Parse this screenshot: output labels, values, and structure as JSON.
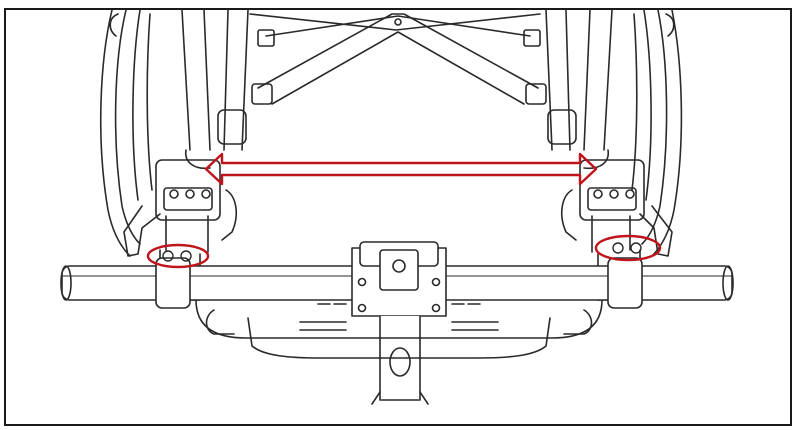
{
  "figure": {
    "description_visible_text": "",
    "colors": {
      "line": "#2a2a2a",
      "fill": "#ffffff",
      "accent": "#c0141c"
    },
    "annotations": [
      {
        "id": "width-arrow",
        "kind": "double-arrow",
        "color": "#c0141c"
      },
      {
        "id": "left-bolt-circle",
        "kind": "ellipse-highlight",
        "color": "#c0141c"
      },
      {
        "id": "right-bolt-circle",
        "kind": "ellipse-highlight",
        "color": "#c0141c"
      }
    ]
  }
}
